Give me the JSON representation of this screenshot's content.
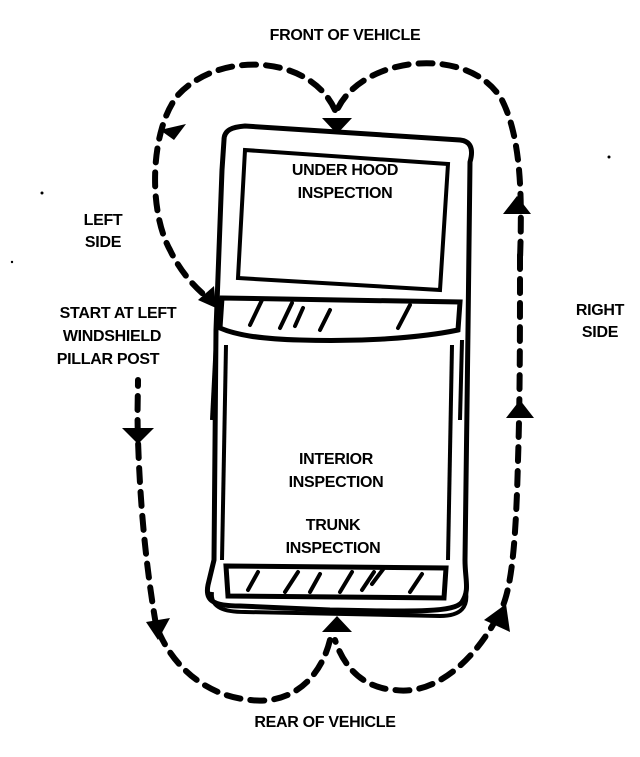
{
  "labels": {
    "front": "FRONT OF VEHICLE",
    "rear": "REAR OF VEHICLE",
    "left_side": [
      "LEFT",
      "SIDE"
    ],
    "right_side": [
      "RIGHT",
      "SIDE"
    ],
    "start": [
      "START AT LEFT",
      "WINDSHIELD",
      "PILLAR POST"
    ],
    "under_hood": [
      "UNDER HOOD",
      "INSPECTION"
    ],
    "interior": [
      "INTERIOR",
      "INSPECTION"
    ],
    "trunk": [
      "TRUNK",
      "INSPECTION"
    ]
  },
  "colors": {
    "ink": "#000000",
    "paper": "#ffffff"
  }
}
